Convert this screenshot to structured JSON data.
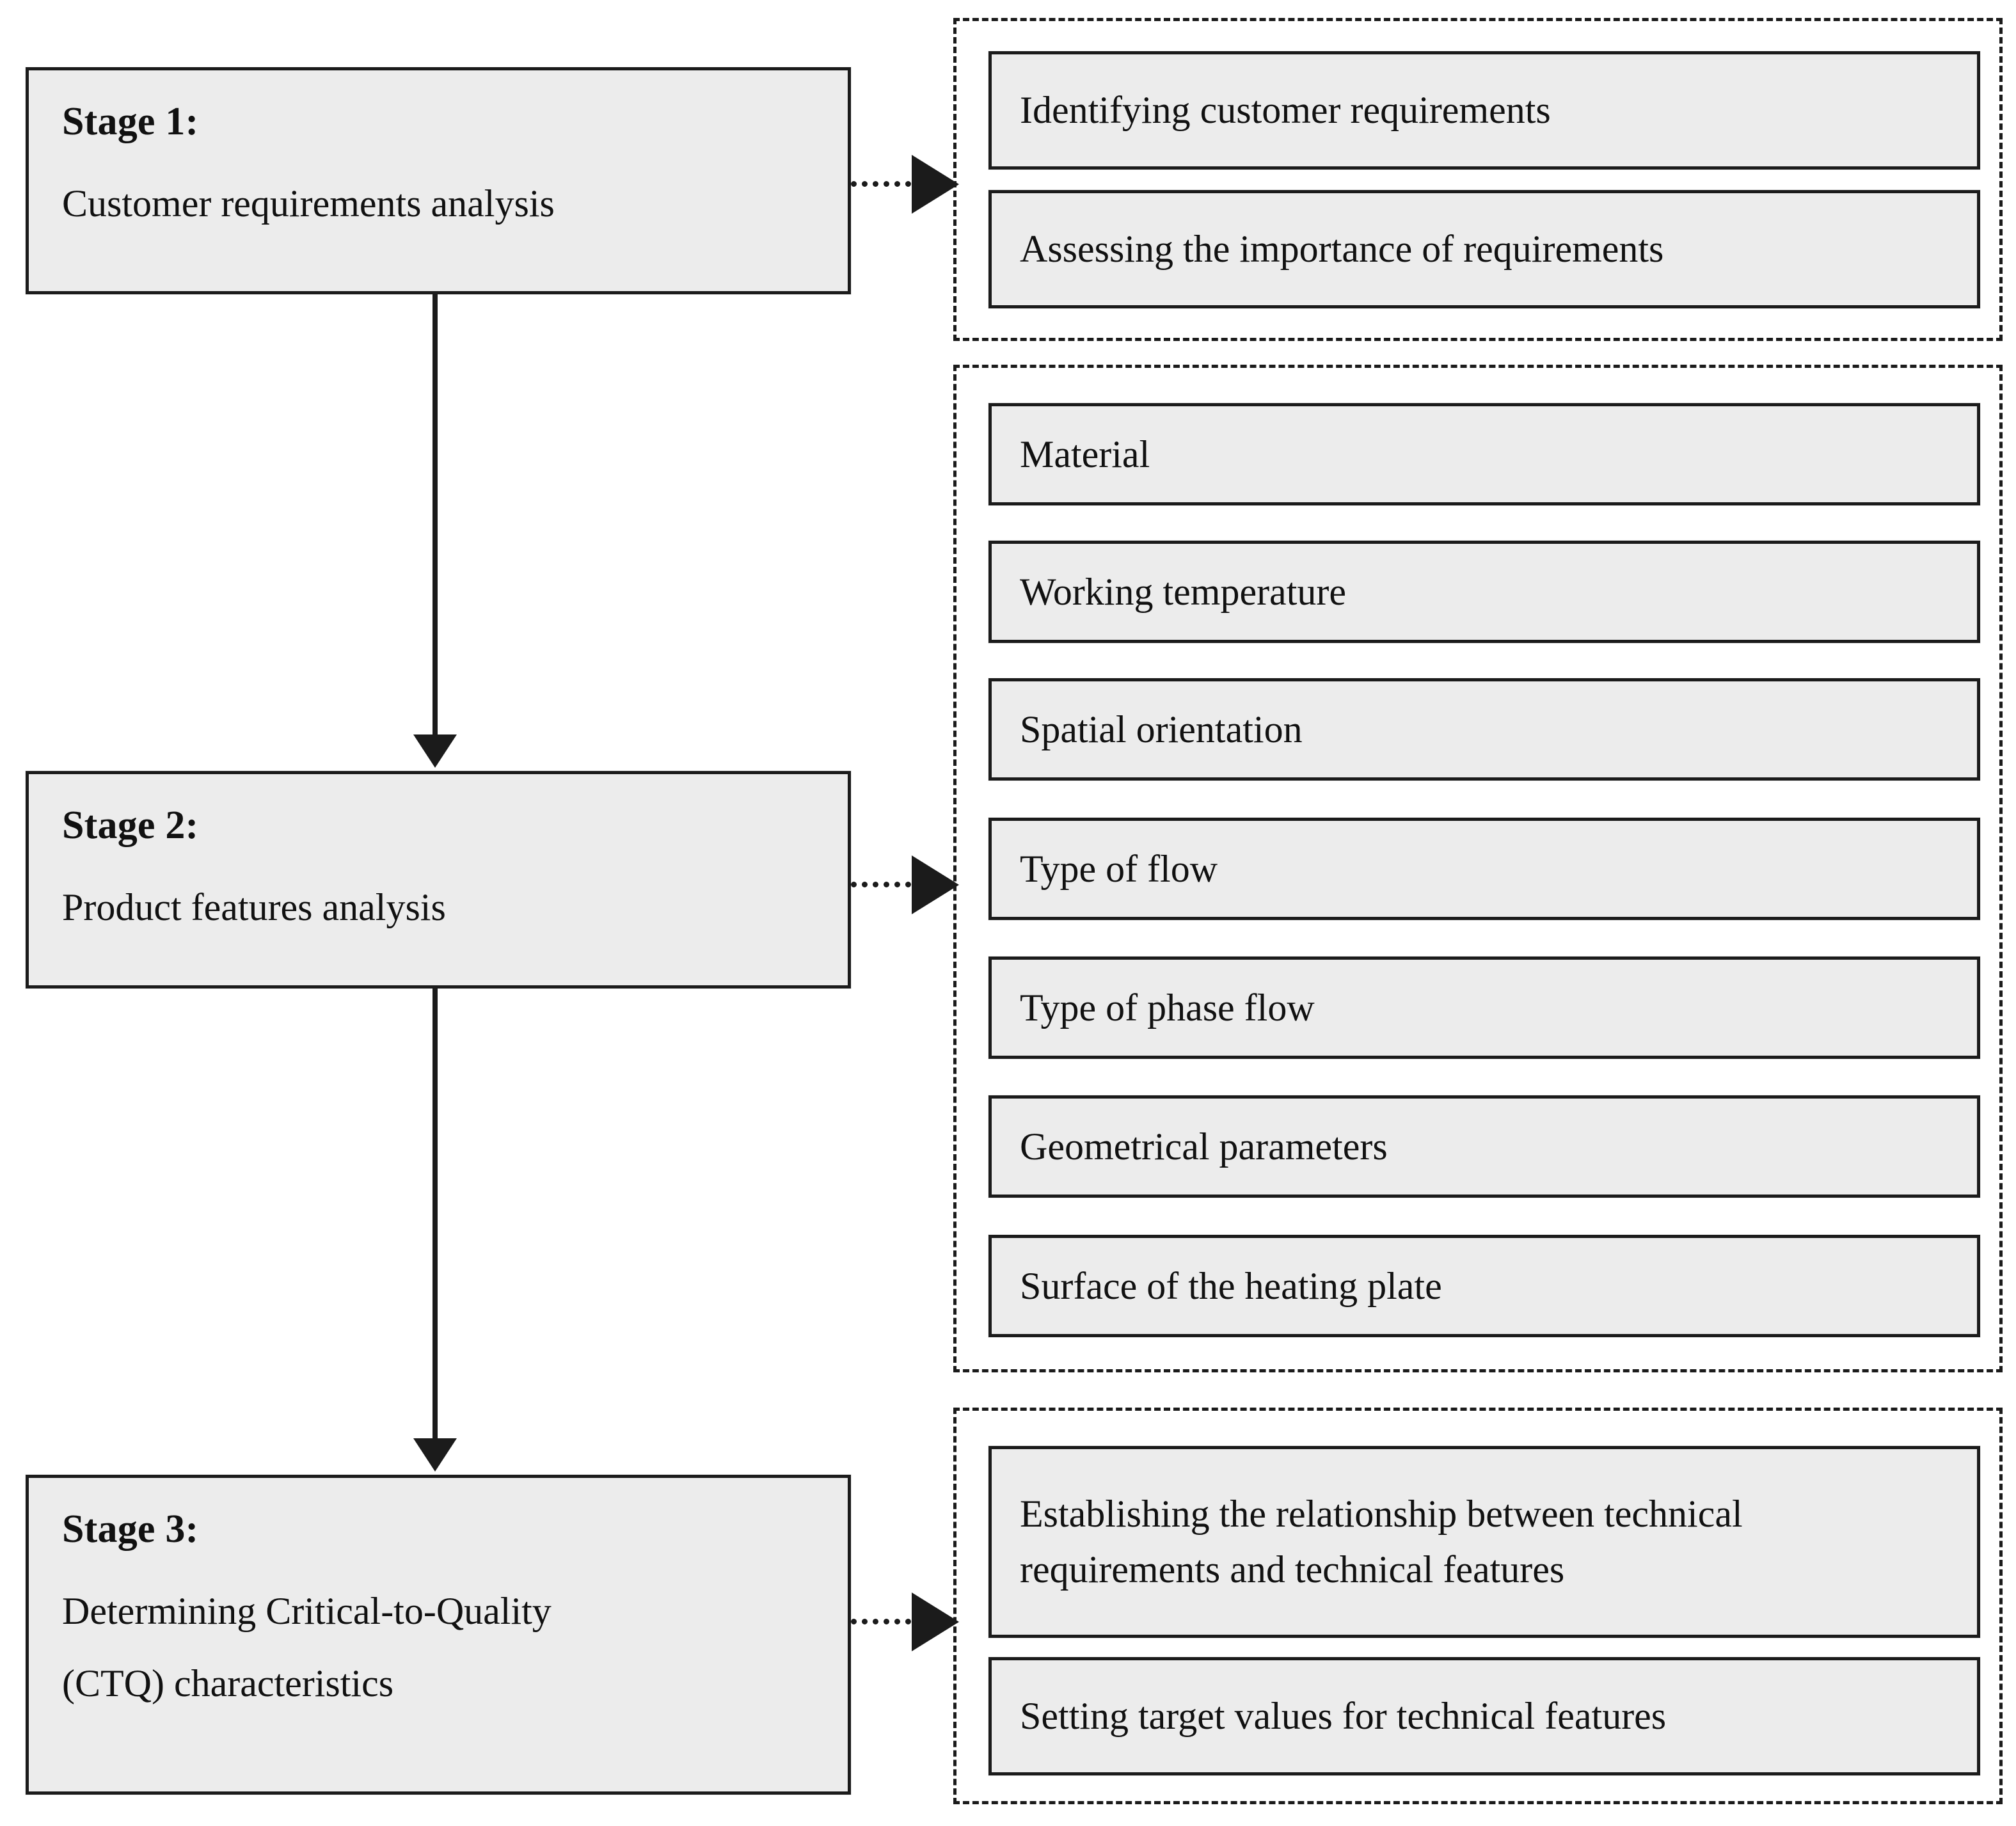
{
  "diagram": {
    "title": "Three-stage QFD methodology flow",
    "colors": {
      "box_fill": "#ececec",
      "box_border": "#1b1b1b",
      "group_border": "#1b1b1b",
      "connector": "#1b1b1b",
      "page_background": "#ffffff"
    },
    "stages": [
      {
        "id": "stage-1",
        "label": "Stage 1:",
        "description": "Customer requirements analysis",
        "items": [
          "Identifying customer requirements",
          "Assessing the importance of requirements"
        ]
      },
      {
        "id": "stage-2",
        "label": "Stage 2:",
        "description": "Product features analysis",
        "items": [
          "Material",
          "Working temperature",
          "Spatial orientation",
          "Type of flow",
          "Type of phase flow",
          "Geometrical parameters",
          "Surface of the heating plate"
        ]
      },
      {
        "id": "stage-3",
        "label": "Stage 3:",
        "description": "Determining Critical-to-Quality (CTQ) characteristics",
        "description_line1": "Determining Critical-to-Quality",
        "description_line2": "(CTQ) characteristics",
        "items": [
          "Establishing the relationship between technical requirements and technical features",
          "Setting target values for technical features"
        ],
        "items_line_split": [
          [
            "Establishing the relationship between",
            "technical requirements and technical features"
          ],
          [
            "Setting target values for technical features"
          ]
        ]
      }
    ],
    "connectors": {
      "vertical": [
        {
          "from": "stage-1",
          "to": "stage-2",
          "style": "solid",
          "arrow": "down"
        },
        {
          "from": "stage-2",
          "to": "stage-3",
          "style": "solid",
          "arrow": "down"
        }
      ],
      "horizontal": [
        {
          "from": "stage-1",
          "to": "group-1",
          "style": "dotted",
          "arrow": "right"
        },
        {
          "from": "stage-2",
          "to": "group-2",
          "style": "dotted",
          "arrow": "right"
        },
        {
          "from": "stage-3",
          "to": "group-3",
          "style": "dotted",
          "arrow": "right"
        }
      ]
    }
  }
}
